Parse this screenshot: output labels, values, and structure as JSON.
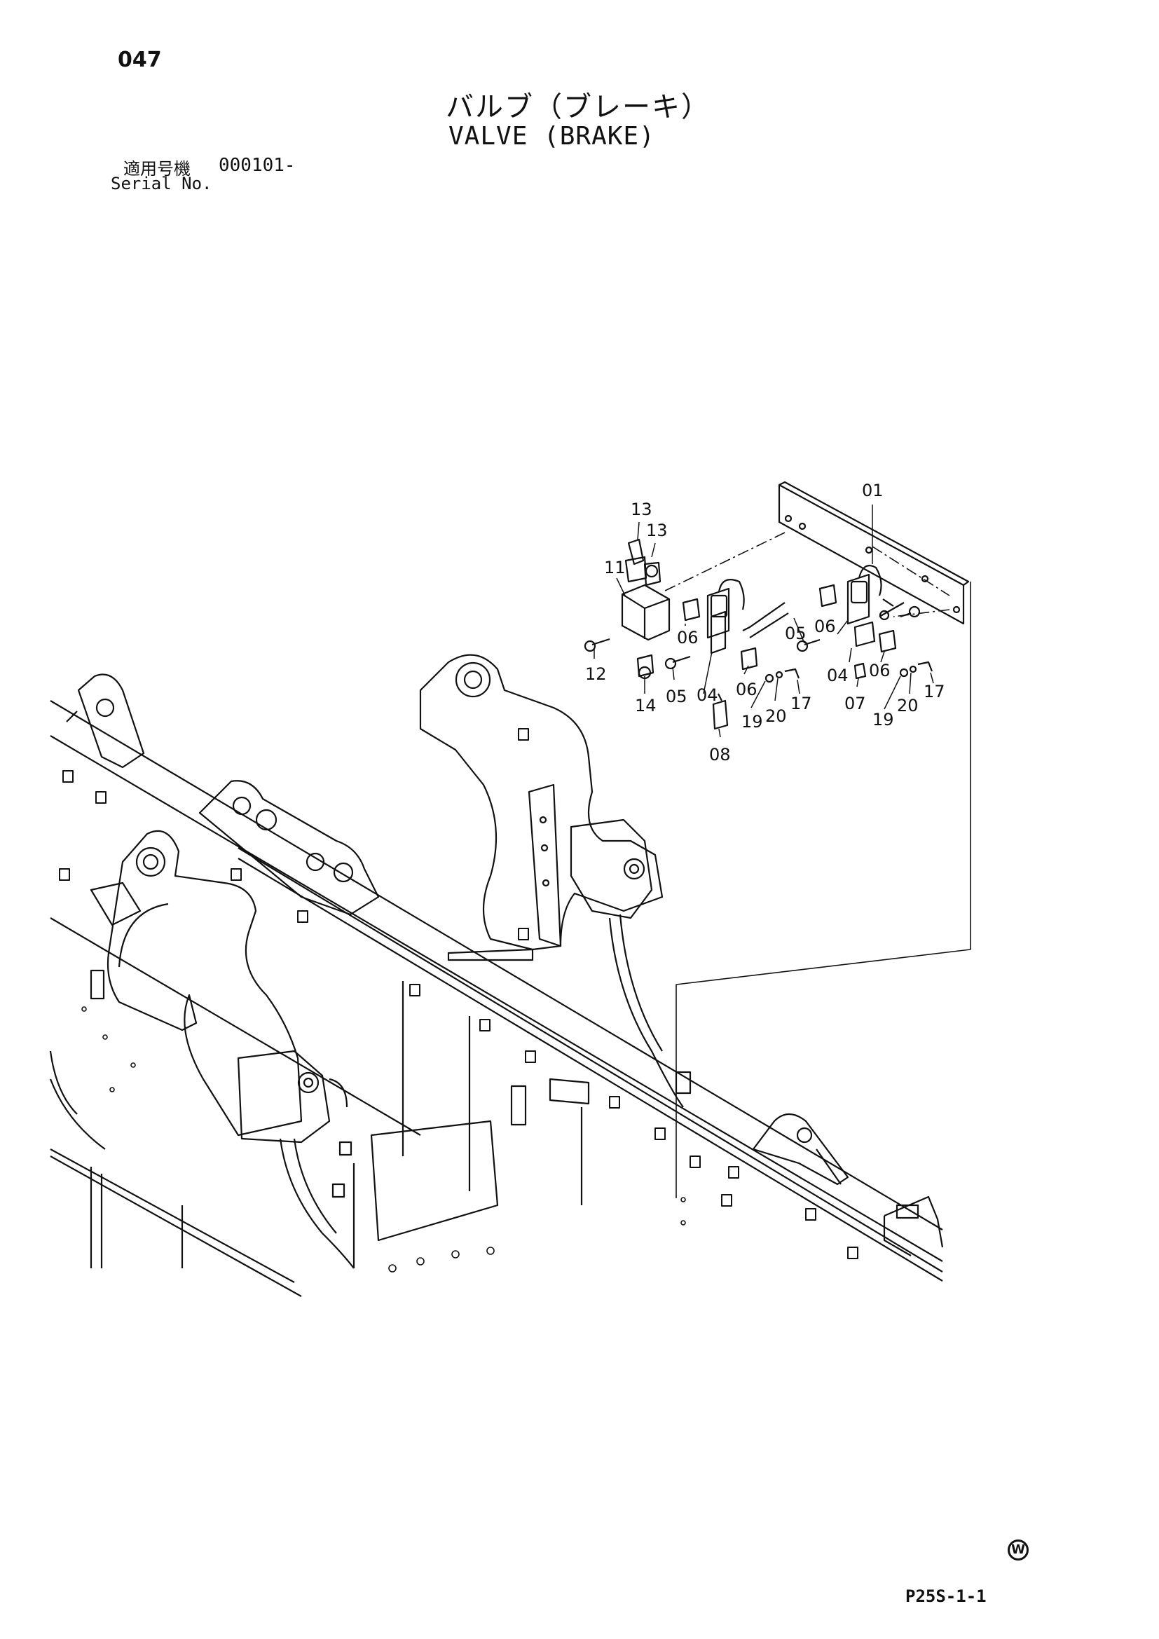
{
  "header": {
    "page_number": "047",
    "title_jp": "バルブ（ブレーキ）",
    "title_en": "VALVE (BRAKE)",
    "serial_label_jp": "適用号機",
    "serial_value": "000101-",
    "serial_label_en": "Serial No."
  },
  "footer": {
    "figure_code": "P25S-1-1",
    "mark": "W"
  },
  "callouts": {
    "c01": "01",
    "c13a": "13",
    "c13b": "13",
    "c11": "11",
    "c12": "12",
    "c14": "14",
    "c06a": "06",
    "c05a": "05",
    "c04a": "04",
    "c06b": "06",
    "c19a": "19",
    "c20a": "20",
    "c17a": "17",
    "c08": "08",
    "c05b": "05",
    "c06c": "06",
    "c04b": "04",
    "c06d": "06",
    "c07": "07",
    "c19b": "19",
    "c20b": "20",
    "c17b": "17"
  }
}
